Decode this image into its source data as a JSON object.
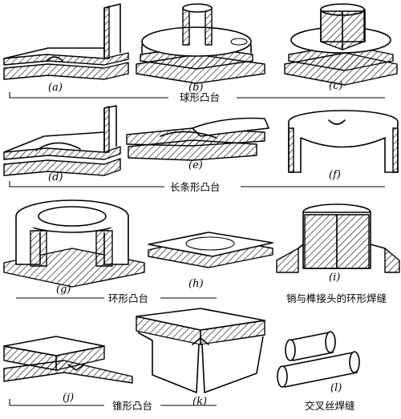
{
  "captions": {
    "spherical": "球形凸台",
    "strip": "长条形凸台",
    "ring": "环形凸台",
    "pin_ring": "销与榫接头的环形焊缝",
    "cone": "锥形凸台",
    "cross_wire": "交叉丝焊缝"
  },
  "labels": {
    "a": "(a)",
    "b": "(b)",
    "c": "(c)",
    "d": "(d)",
    "e": "(e)",
    "f": "(f)",
    "g": "(g)",
    "h": "(h)",
    "i": "(i)",
    "j": "(j)",
    "k": "(k)",
    "l": "(l)"
  }
}
